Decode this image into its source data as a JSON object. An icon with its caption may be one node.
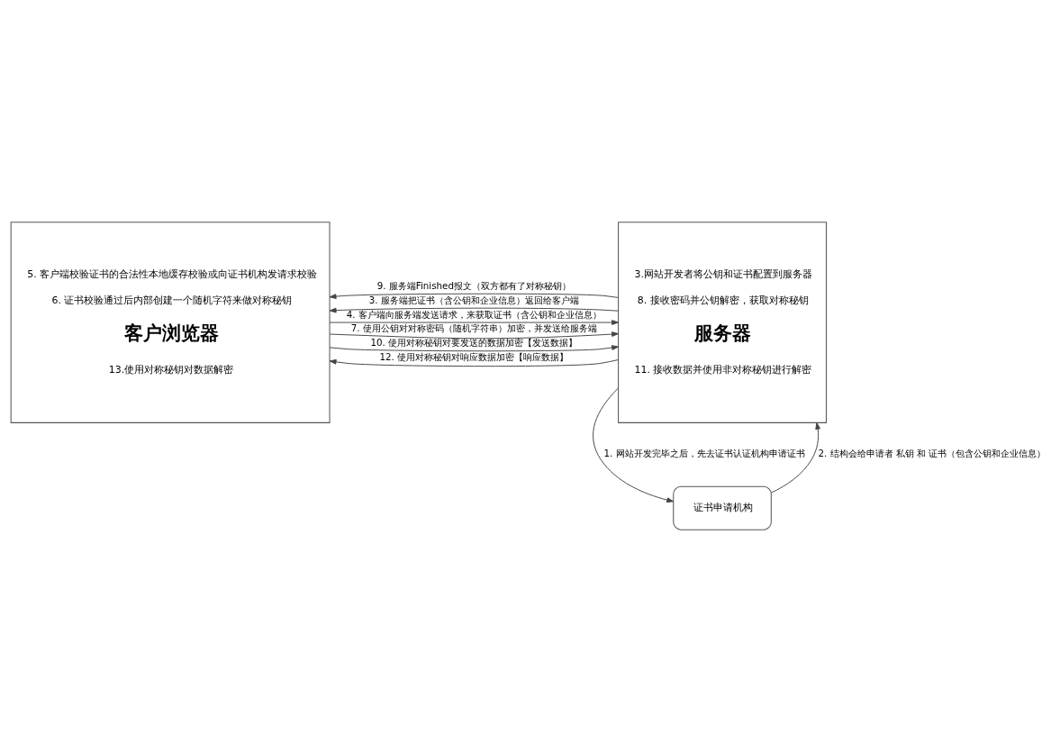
{
  "diagram": {
    "nodes": [
      {
        "text": [
          "证书申请机构"
        ]
      },
      {
        "text": [
          "5. 客户端校验证书的合法性本地缓存校验或向证书机构发请求校验",
          "6. 证书校验通过后内部创建一个随机字符来做对称秘钥",
          "客户浏览器",
          "13.使用对称秘钥对数据解密"
        ]
      },
      {
        "text": [
          "3.网站开发者将公钥和证书配置到服务器",
          "8. 接收密码并公钥解密，获取对称秘钥",
          "服务器",
          "11. 接收数据并使用非对称秘钥进行解密"
        ]
      }
    ],
    "edges": [
      {
        "from": 2,
        "to": 0,
        "arrow": "to",
        "label": "1. 网站开发完毕之后，先去证书认证机构申请证书"
      },
      {
        "from": 0,
        "to": 2,
        "arrow": "to",
        "label": "2. 结构会给申请者 私钥 和 证书（包含公钥和企业信息）"
      },
      {
        "from": 1,
        "to": 2,
        "arrow": "to",
        "label": "4. 客户端向服务端发送请求，来获取证书（含公钥和企业信息）"
      },
      {
        "from": 2,
        "to": 1,
        "arrow": "to",
        "label": "3. 服务端把证书（含公钥和企业信息）返回给客户端"
      },
      {
        "from": 1,
        "to": 2,
        "arrow": "to",
        "label": "7. 使用公钥对对称密码（随机字符串）加密，并发送给服务端"
      },
      {
        "from": 2,
        "to": 1,
        "arrow": "to",
        "label": "9. 服务端Finished报文（双方都有了对称秘钥）"
      },
      {
        "from": 1,
        "to": 2,
        "arrow": "to",
        "label": "10. 使用对称秘钥对要发送的数据加密【发送数据】"
      },
      {
        "from": 2,
        "to": 1,
        "arrow": "to",
        "label": "12. 使用对称秘钥对响应数据加密【响应数据】"
      }
    ]
  }
}
